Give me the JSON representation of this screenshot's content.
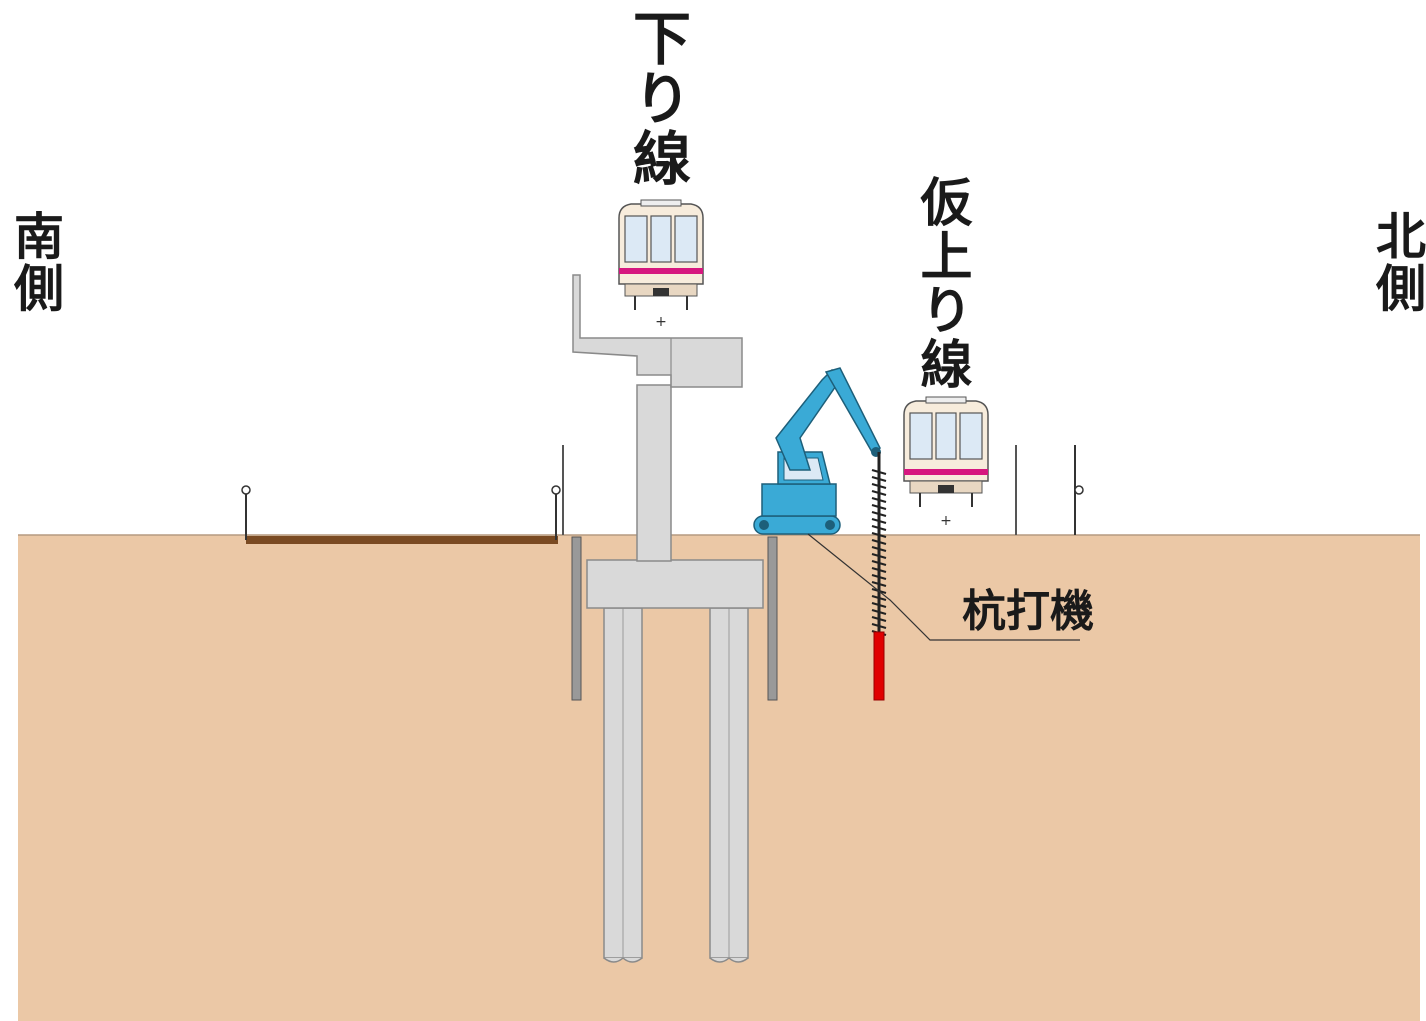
{
  "labels": {
    "south": "南側",
    "north": "北側",
    "down_line": "下り線",
    "temp_up_line": "仮上り線",
    "pile_driver": "杭打機"
  },
  "colors": {
    "soil": "#ebc8a6",
    "concrete": "#d9d9d9",
    "concrete_edge": "#8a8a8a",
    "excavator": "#3aaad6",
    "pile": "#e00000",
    "train_stripe": "#d6177f",
    "train_window": "#dce9f5",
    "train_body": "#f7ecdc",
    "board": "#7a4a22"
  },
  "icons": [
    "train-front-icon",
    "excavator-icon"
  ]
}
